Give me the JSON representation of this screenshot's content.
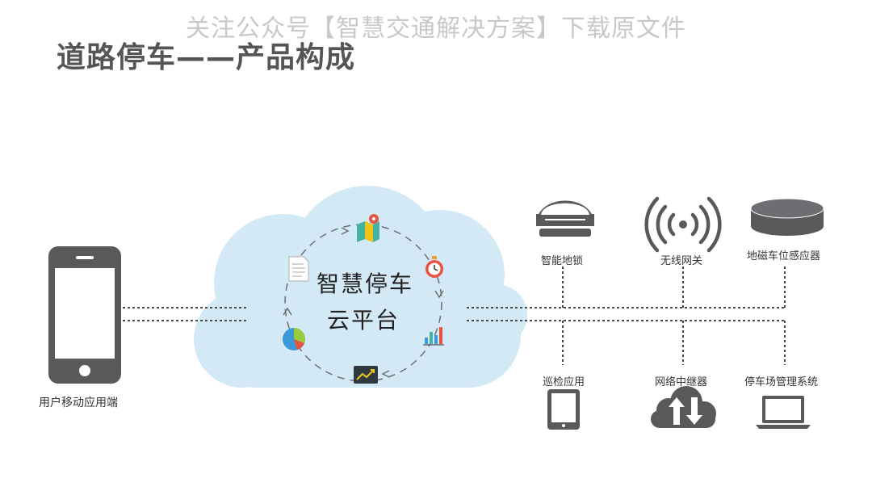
{
  "watermark": "关注公众号【智慧交通解决方案】下载原文件",
  "title": "道路停车——产品构成",
  "center": {
    "line1": "智慧停车",
    "line2": "云平台"
  },
  "left_node": {
    "label": "用户移动应用端",
    "icon": "smartphone-icon"
  },
  "top_nodes": [
    {
      "label": "智能地锁",
      "icon": "parking-lock-icon"
    },
    {
      "label": "无线网关",
      "icon": "wireless-gateway-icon"
    },
    {
      "label": "地磁车位感应器",
      "icon": "geomagnetic-sensor-icon"
    }
  ],
  "bottom_nodes": [
    {
      "label": "巡检应用",
      "icon": "tablet-icon"
    },
    {
      "label": "网络中继器",
      "icon": "cloud-updown-icon"
    },
    {
      "label": "停车场管理系统",
      "icon": "laptop-icon"
    }
  ],
  "colors": {
    "cloud": "#d3e9f6",
    "icon": "#58595b",
    "title": "#555555",
    "watermark": "#c8c8c8"
  }
}
